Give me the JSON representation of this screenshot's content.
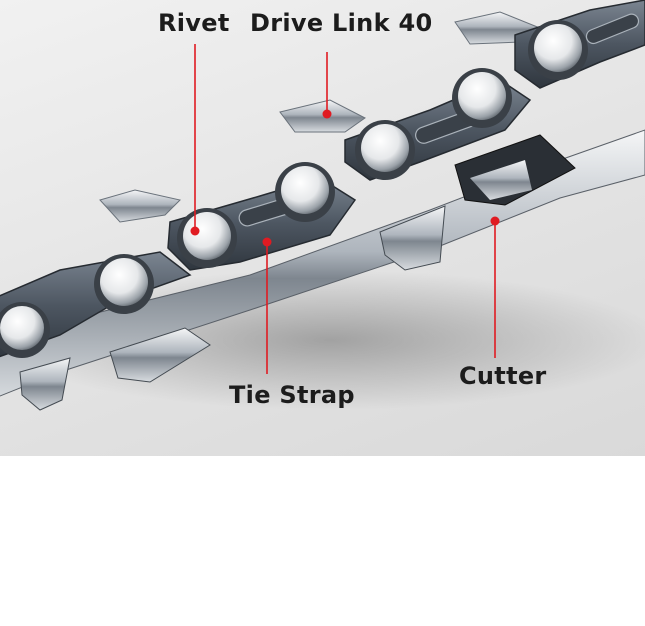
{
  "labels": {
    "rivet": "Rivet",
    "drive_link": "Drive Link 40",
    "tie_strap": "Tie Strap",
    "cutter": "Cutter"
  },
  "colors": {
    "marker": "#e01b22",
    "steel_dark": "#5b6672",
    "steel_light": "#c9ced4",
    "rivet_silver": "#e9ecef",
    "background": "#e6e6e6"
  }
}
